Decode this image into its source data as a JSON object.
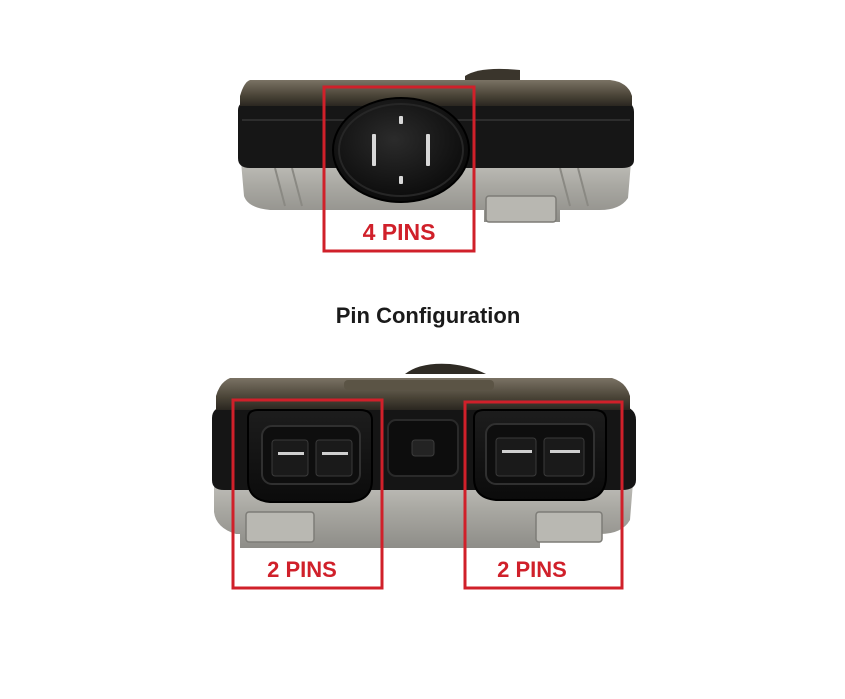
{
  "top_module": {
    "callout_label": "4 PINS"
  },
  "caption": {
    "text": "Pin Configuration"
  },
  "bottom_module": {
    "left_callout_label": "2 PINS",
    "right_callout_label": "2 PINS"
  },
  "colors": {
    "callout_red": "#d0202a",
    "housing_black": "#141414",
    "metal_silver": "#a7a7a2",
    "caption_text": "#1a1a1a"
  }
}
